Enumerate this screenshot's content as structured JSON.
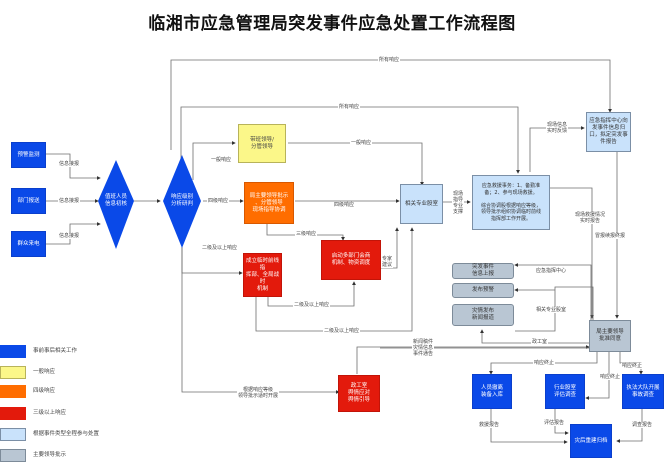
{
  "title": "临湘市应急管理局突发事件应急处置工作流程图",
  "colors": {
    "blue": "#0a49e8",
    "yellow": "#fbf789",
    "orange": "#ff6d00",
    "red": "#e31a0c",
    "light_blue": "#c9e2fb",
    "gray_blue": "#b9c6d3",
    "line": "#6e6e6e"
  },
  "sources": [
    {
      "label": "预警监测"
    },
    {
      "label": "部门报送"
    },
    {
      "label": "群众来电"
    }
  ],
  "decisions": {
    "verify": "值班人员\n信息初核",
    "classify": "响应级别\n分析研判"
  },
  "nodes": {
    "general_leader": "带班领导/\n分管领导",
    "level4_leader": "局主要领导批示\n、分管领导\n现场指导协调",
    "frontline_hq": "成立临时前线指\n挥部、全局战时\n机制",
    "multi_dept": "启动多部门会商\n机制、物资调度",
    "related_dept": "相关专业股室",
    "rescue_tasks": "应急救援事务：1、备勤准\n备；2、参与现场救援。\n\n综合协调股根据响应等级，\n领导批示组织协调临时前线\n指挥部工作开展。",
    "command_center": "应急指挥中心向\n发事件信息归\n口，拟定突发事\n件报告",
    "report_up": "突发事件\n信息上报",
    "warning": "发布预警",
    "media": "灾情发布\n新闻报道",
    "main_leader": "局主要领导\n批准同意",
    "office_guide": "政工室\n舆情应对\n舆情引导",
    "rescue_return": "人员撤离\n装备入库",
    "industry_eval": "行业股室\n评估调查",
    "law_enforce": "执法大队开展\n事故调查",
    "archive": "灾后重建归档"
  },
  "edge_labels": {
    "info_report_1": "信息接报",
    "info_report_2": "信息接报",
    "info_report_3": "信息接报",
    "all_response_top": "所有响应",
    "all_response_mid": "所有响应",
    "general_response_left": "一般响应",
    "general_response_right": "一般响应",
    "level4_left": "四级响应",
    "level4_right": "四级响应",
    "level3": "三级响应",
    "level2_left": "二级及以上响应",
    "level2_mid": "二级及以上响应",
    "level2_bottom": "二级及以上响应",
    "expert": "专家\n建议",
    "onsite_support": "现场\n指导\n专业\n支撑",
    "onsite_feedback": "现场信息\n实时反馈",
    "onsite_rescue_report": "现场救援情况\n实时报告",
    "continue_report": "冒报续报终报",
    "cmd_center": "应急指挥中心",
    "related_dept_label": "相关专业股室",
    "office_label": "政工室",
    "news_info": "新闻稿件\n灾情信息\n事件通告",
    "leader_instruction": "根据响应等级\n领导批示适时开展",
    "end_response_1": "响应终止",
    "end_response_2": "响应终止",
    "end_response_3": "响应终止",
    "rescue_report": "救援报告",
    "eval_report": "评估报告",
    "survey_report": "调查报告"
  },
  "legend": [
    {
      "label": "事前事后相关工作",
      "color": "#0a49e8"
    },
    {
      "label": "一般响应",
      "color": "#fbf789"
    },
    {
      "label": "四级响应",
      "color": "#ff6d00"
    },
    {
      "label": "三级以上响应",
      "color": "#e31a0c"
    },
    {
      "label": "根据事件类型全程参与处置",
      "color": "#c9e2fb"
    },
    {
      "label": "主要领导批示",
      "color": "#b9c6d3"
    }
  ]
}
